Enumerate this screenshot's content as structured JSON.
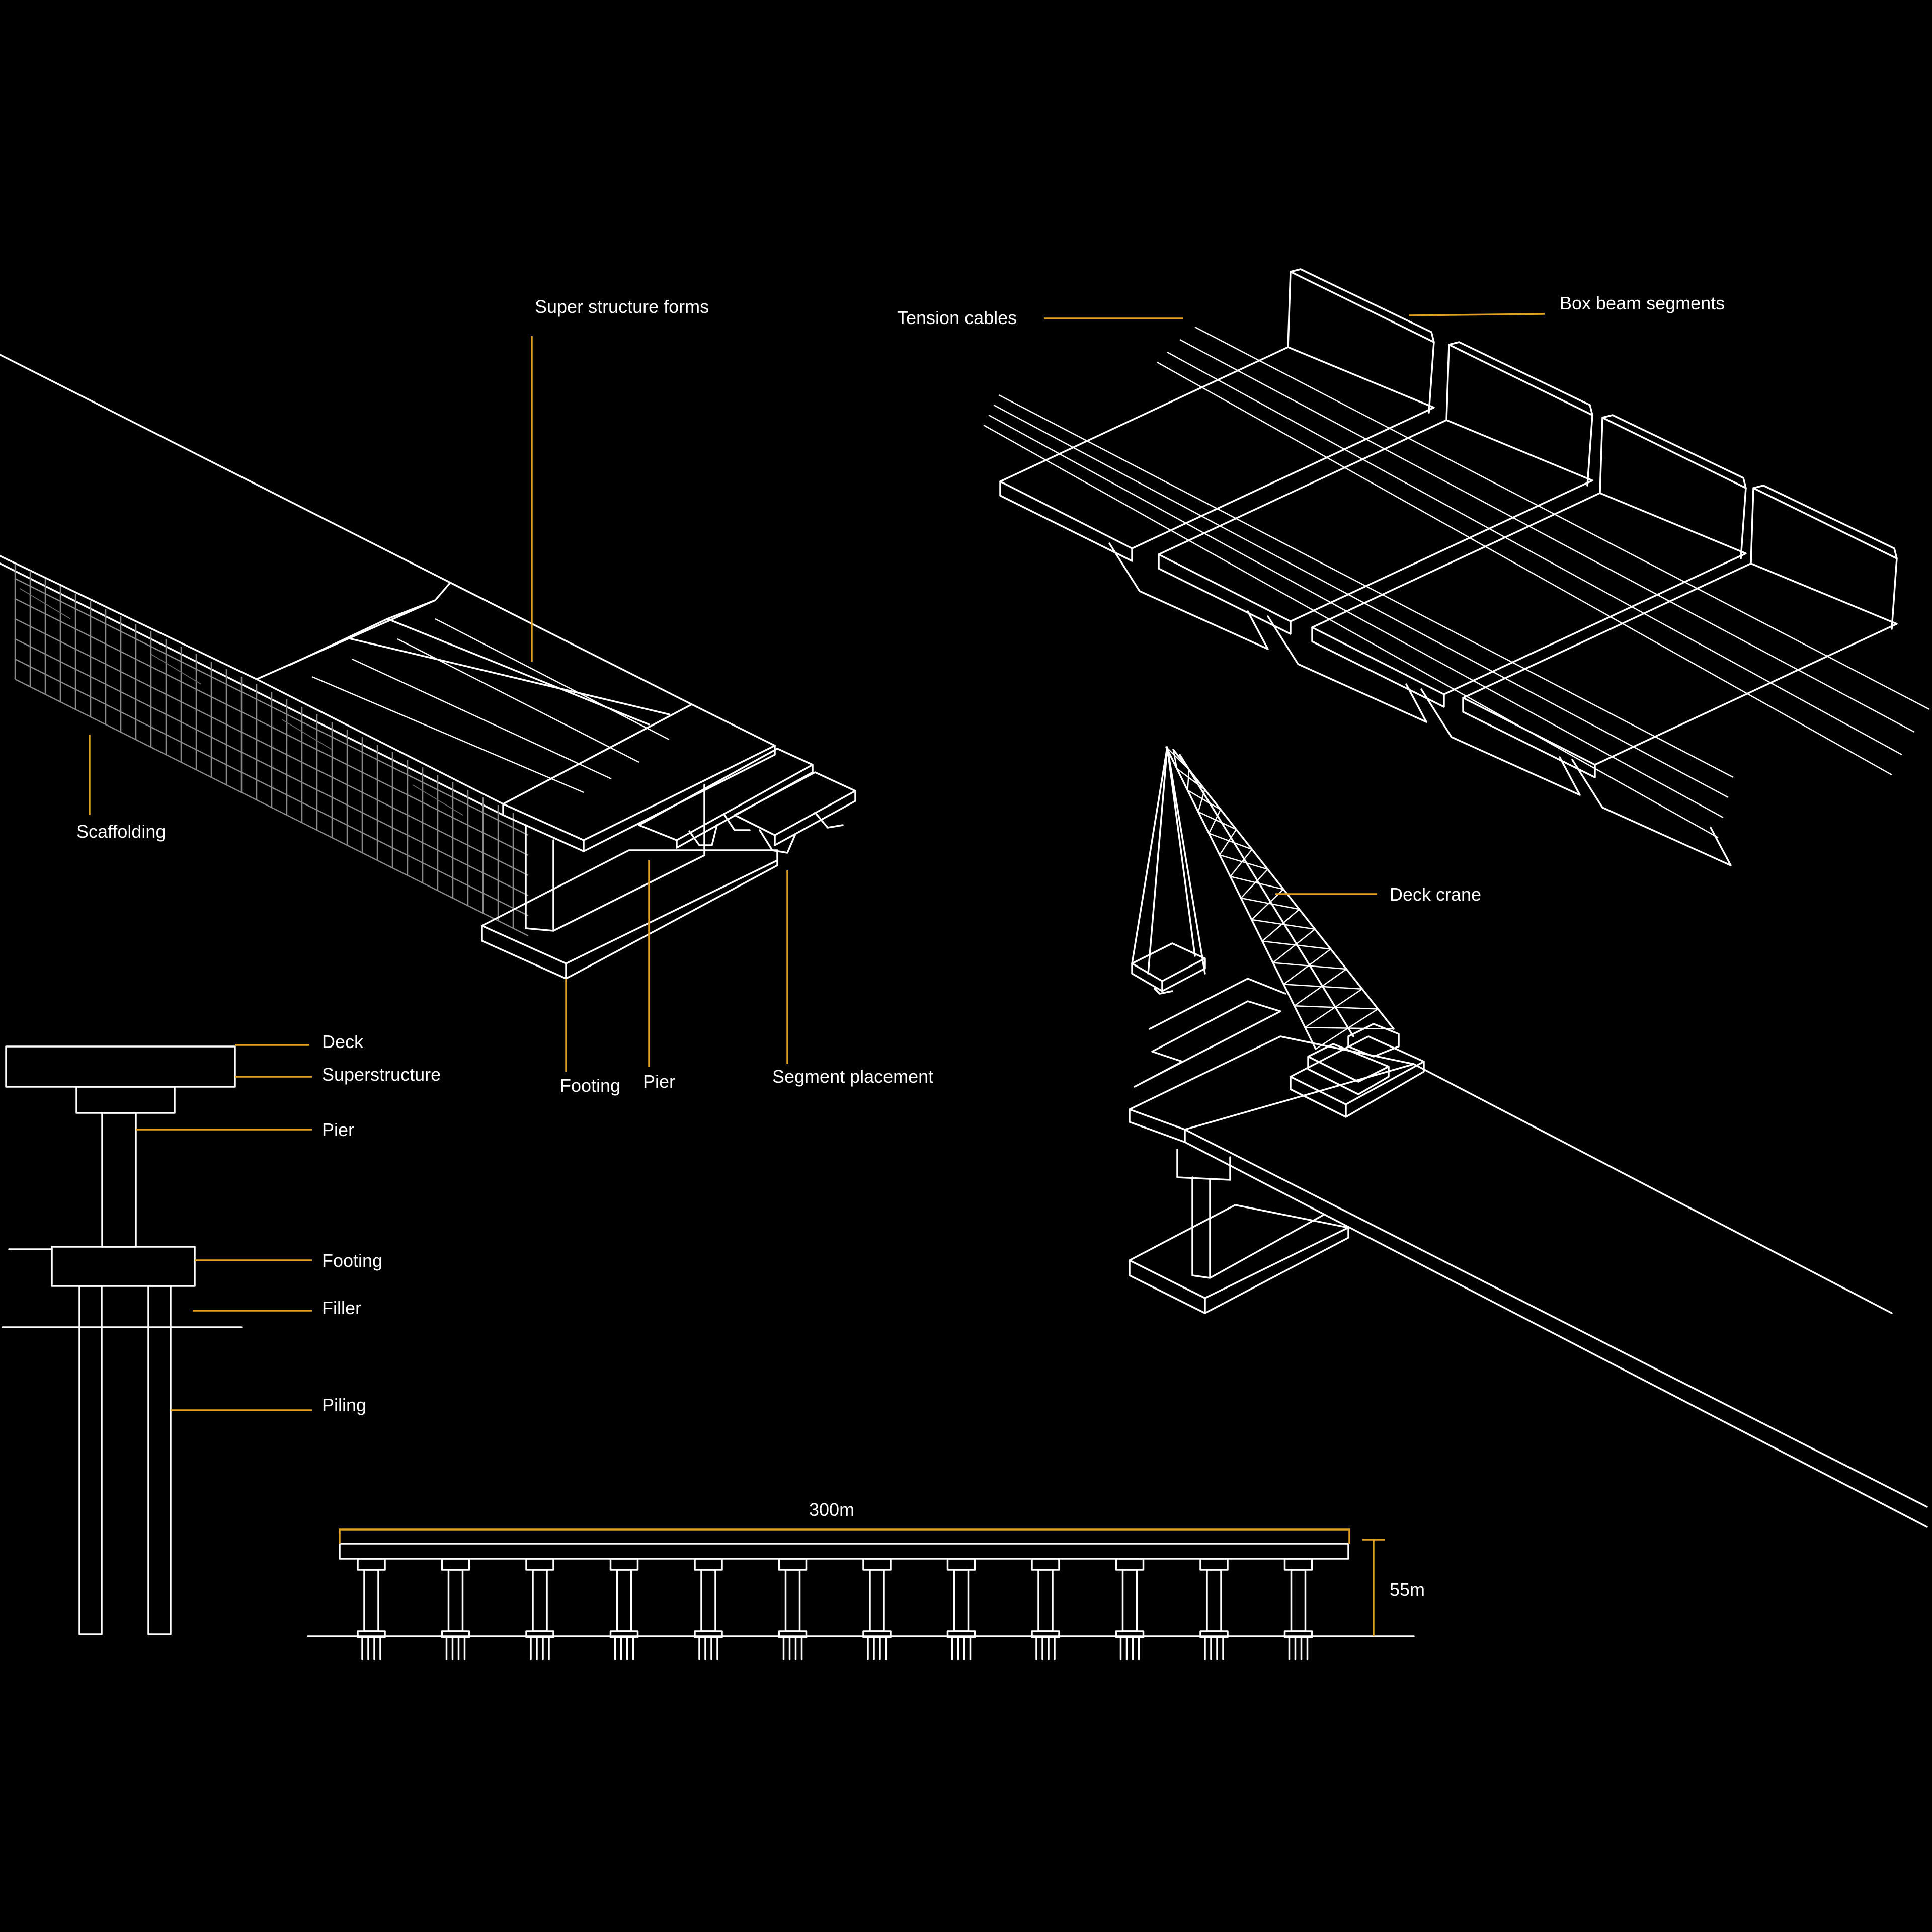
{
  "colors": {
    "background": "#000000",
    "line": "#ffffff",
    "leader": "#e0a022"
  },
  "labels": {
    "super_structure_forms": "Super structure forms",
    "tension_cables": "Tension cables",
    "box_beam_segments": "Box beam segments",
    "scaffolding": "Scaffolding",
    "deck_crane": "Deck crane",
    "footing_iso": "Footing",
    "pier_iso": "Pier",
    "segment_placement": "Segment placement",
    "deck": "Deck",
    "superstructure": "Superstructure",
    "pier": "Pier",
    "footing": "Footing",
    "filler": "Filler",
    "piling": "Piling",
    "span_length": "300m",
    "height": "55m"
  },
  "elevation": {
    "pier_count": 12
  }
}
